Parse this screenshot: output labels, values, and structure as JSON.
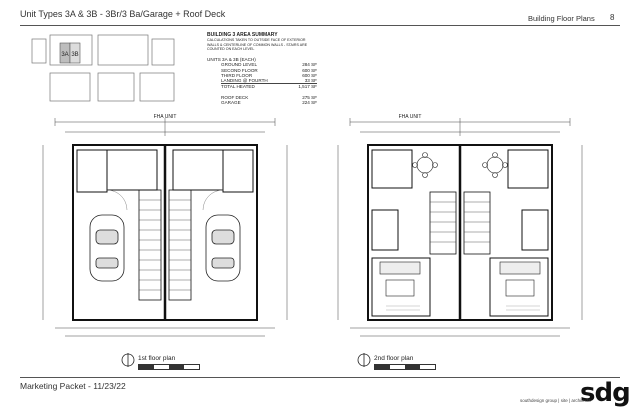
{
  "header": {
    "title": "Unit Types 3A & 3B  -  3Br/3 Ba/Garage + Roof Deck",
    "section": "Building Floor Plans",
    "page_number": "8"
  },
  "summary": {
    "title": "BUILDING 3 AREA SUMMARY",
    "note": "CALCULATIONS TAKEN TO OUTSIDE FACE OF EXTERIOR WALLS & CENTERLINE OF COMMON WALLS - STAIRS ARE COUNTED ON EACH LEVEL",
    "units_label": "UNITS 3A & 3B (EACH)",
    "rows": [
      {
        "label": "GROUND LEVEL",
        "value": "284 SF"
      },
      {
        "label": "SECOND FLOOR",
        "value": "600 SF"
      },
      {
        "label": "THIRD FLOOR",
        "value": "600 SF"
      },
      {
        "label": "LANDING @ FOURTH",
        "value": "33 SF"
      },
      {
        "label": "TOTAL HEATED",
        "value": "1,517 SF"
      }
    ],
    "extra_rows": [
      {
        "label": "ROOF DECK",
        "value": "275 SF"
      },
      {
        "label": "GARAGE",
        "value": "224 SF"
      }
    ]
  },
  "key_plan": {
    "label_a": "3A",
    "label_b": "3B"
  },
  "plans": {
    "first": {
      "label": "1st floor plan",
      "unit_label": "FHA UNIT"
    },
    "second": {
      "label": "2nd floor plan",
      "unit_label": "FHA UNIT"
    }
  },
  "footer": {
    "text": "Marketing Packet - 11/23/22",
    "logo": "sdg",
    "small": "southdesign group | site | architects"
  }
}
